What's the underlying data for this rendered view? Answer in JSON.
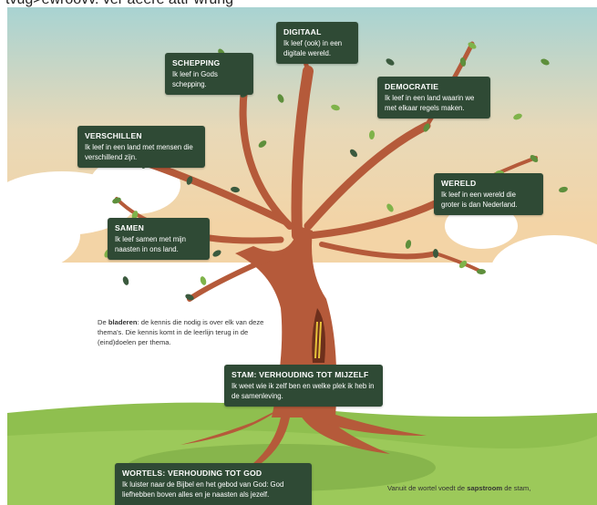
{
  "top_text": "tvug>ewroovv. ver aeere attr wrung",
  "boxes": {
    "digitaal": {
      "title": "DIGITAAL",
      "desc": "Ik leef (ook) in een digitale wereld."
    },
    "schepping": {
      "title": "SCHEPPING",
      "desc": "Ik leef in Gods schepping."
    },
    "democratie": {
      "title": "DEMOCRATIE",
      "desc": "Ik leef in een land waarin we met elkaar regels maken."
    },
    "verschillen": {
      "title": "VERSCHILLEN",
      "desc": "Ik leef in een land met mensen die verschillend zijn."
    },
    "wereld": {
      "title": "WERELD",
      "desc": "Ik leef in een wereld die groter is dan Nederland."
    },
    "samen": {
      "title": "SAMEN",
      "desc": "Ik leef samen met mijn naasten in ons land."
    },
    "stam": {
      "title": "STAM: VERHOUDING TOT MIJZELF",
      "desc": "Ik weet wie ik zelf ben en welke plek ik heb in de samenleving."
    },
    "wortels": {
      "title": "WORTELS: VERHOUDING TOT GOD",
      "desc": "Ik luister naar de Bijbel en het gebod van God: God liefhebben boven alles en je naasten als jezelf."
    }
  },
  "notes": {
    "bladeren": {
      "pre": "De",
      "bold": "bladeren",
      "rest": ": de kennis die nodig is over elk van deze thema's. Die kennis komt in de leerlijn terug in de (eind)doelen per thema."
    },
    "wortel": {
      "pre": "Vanuit de wortel voedt de",
      "bold": "sapstroom",
      "rest": " de stam,"
    }
  },
  "colors": {
    "box": "#2f4a35",
    "trunk": "#b55a3a",
    "grass": "#8fbf4f",
    "sky_top": "#a8d3d2",
    "sky_bottom": "#f3d4a6"
  }
}
